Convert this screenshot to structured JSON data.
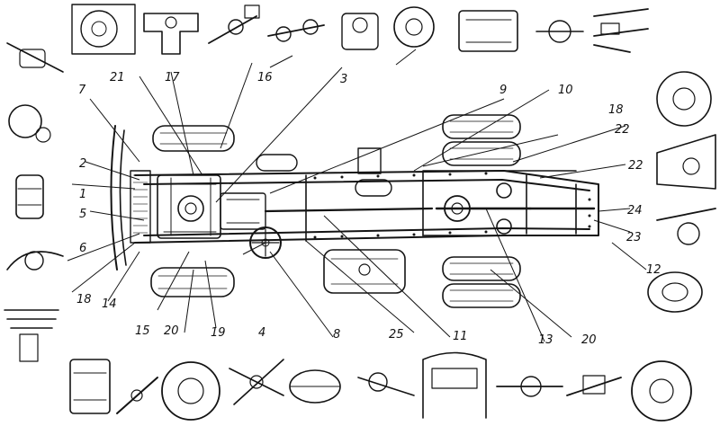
{
  "diagram": {
    "callouts": [
      {
        "id": "c1",
        "label": "1"
      },
      {
        "id": "c2",
        "label": "2"
      },
      {
        "id": "c3",
        "label": "3"
      },
      {
        "id": "c4",
        "label": "4"
      },
      {
        "id": "c5",
        "label": "5"
      },
      {
        "id": "c6",
        "label": "6"
      },
      {
        "id": "c7",
        "label": "7"
      },
      {
        "id": "c8",
        "label": "8"
      },
      {
        "id": "c9",
        "label": "9"
      },
      {
        "id": "c10",
        "label": "10"
      },
      {
        "id": "c11",
        "label": "11"
      },
      {
        "id": "c12",
        "label": "12"
      },
      {
        "id": "c13",
        "label": "13"
      },
      {
        "id": "c14",
        "label": "14"
      },
      {
        "id": "c15",
        "label": "15"
      },
      {
        "id": "c16",
        "label": "16"
      },
      {
        "id": "c17",
        "label": "17"
      },
      {
        "id": "c18a",
        "label": "18"
      },
      {
        "id": "c18b",
        "label": "18"
      },
      {
        "id": "c19",
        "label": "19"
      },
      {
        "id": "c20a",
        "label": "20"
      },
      {
        "id": "c20b",
        "label": "20"
      },
      {
        "id": "c21",
        "label": "21"
      },
      {
        "id": "c22a",
        "label": "22"
      },
      {
        "id": "c22b",
        "label": "22"
      },
      {
        "id": "c23",
        "label": "23"
      },
      {
        "id": "c24",
        "label": "24"
      },
      {
        "id": "c25",
        "label": "25"
      }
    ]
  }
}
